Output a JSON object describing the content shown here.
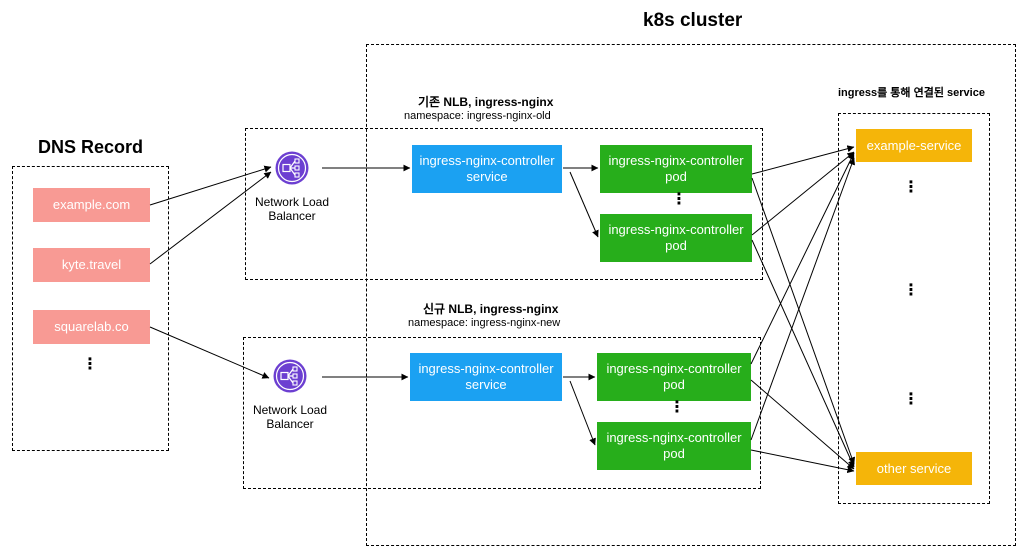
{
  "cluster": {
    "title": "k8s cluster"
  },
  "dns": {
    "title": "DNS Record",
    "records": [
      "example.com",
      "kyte.travel",
      "squarelab.co"
    ],
    "more": "⋮"
  },
  "nlb_old": {
    "title": "기존 NLB, ingress-nginx",
    "namespace": "namespace: ingress-nginx-old",
    "lb_label": "Network Load\nBalancer",
    "controller_service": "ingress-nginx-controller\nservice",
    "pod_1": "ingress-nginx-controller\npod",
    "pod_2": "ingress-nginx-controller\npod",
    "more": "⋮"
  },
  "nlb_new": {
    "title": "신규 NLB, ingress-nginx",
    "namespace": "namespace: ingress-nginx-new",
    "lb_label": "Network Load\nBalancer",
    "controller_service": "ingress-nginx-controller\nservice",
    "pod_1": "ingress-nginx-controller\npod",
    "pod_2": "ingress-nginx-controller\npod",
    "more": "⋮"
  },
  "services": {
    "title": "ingress를 통해 연결된 service",
    "example_service": "example-service",
    "other_service": "other service",
    "more": "⋮"
  },
  "colors": {
    "dns_record": "#f89a94",
    "controller_service": "#1ba1f2",
    "controller_pod": "#27ae1b",
    "target_service": "#f5b509",
    "nlb_icon": "#6c3fd1"
  },
  "icons": {
    "nlb": "network-load-balancer-icon"
  }
}
